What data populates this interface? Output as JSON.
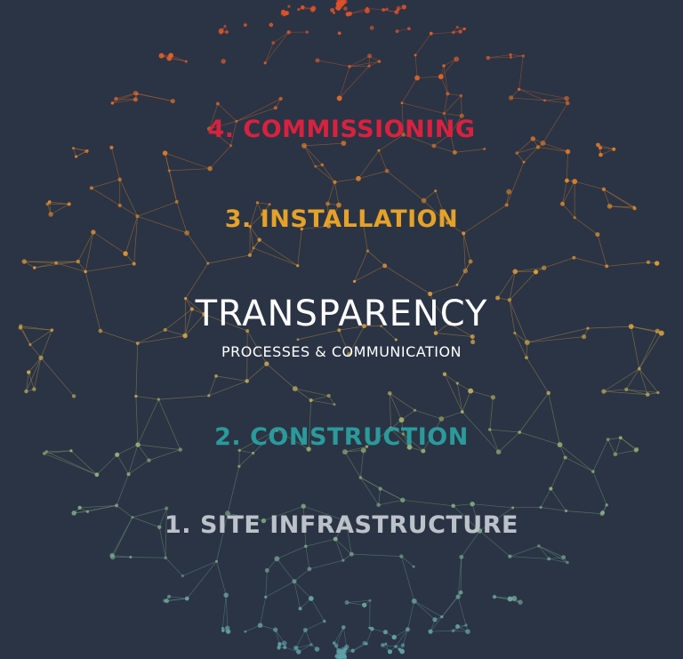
{
  "center": {
    "title": "TRANSPARENCY",
    "subtitle": "PROCESSES & COMMUNICATION"
  },
  "stages": [
    {
      "label": "4. COMMISSIONING",
      "color": "#d9213f"
    },
    {
      "label": "3. INSTALLATION",
      "color": "#e5a228"
    },
    {
      "label": "2. CONSTRUCTION",
      "color": "#2a9a9b"
    },
    {
      "label": "1. SITE INFRASTRUCTURE",
      "color": "#bcc2c9"
    }
  ],
  "colors": {
    "background": "#2b3444",
    "title": "#ffffff",
    "network_top": "#e0502a",
    "network_upper": "#e38a2a",
    "network_middle": "#d9a443",
    "network_lower": "#8fb07a",
    "network_bottom": "#5fa0a8"
  }
}
